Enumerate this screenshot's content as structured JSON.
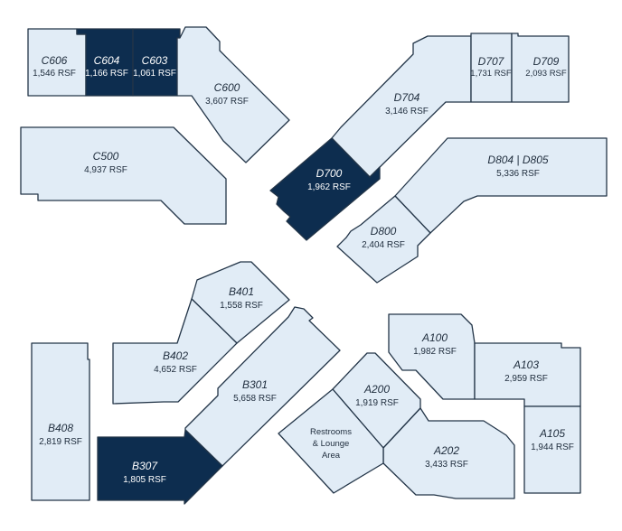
{
  "colors": {
    "available": "#e1ecf6",
    "leased": "#0d2d4f",
    "outline": "#233548",
    "text_dark": "#1e2c3c",
    "text_light": "#ffffff"
  },
  "suites": [
    {
      "id": "C606",
      "area": "1,546 RSF",
      "status": "available"
    },
    {
      "id": "C604",
      "area": "1,166 RSF",
      "status": "leased"
    },
    {
      "id": "C603",
      "area": "1,061 RSF",
      "status": "leased"
    },
    {
      "id": "C600",
      "area": "3,607 RSF",
      "status": "available"
    },
    {
      "id": "C500",
      "area": "4,937 RSF",
      "status": "available"
    },
    {
      "id": "D704",
      "area": "3,146 RSF",
      "status": "available"
    },
    {
      "id": "D707",
      "area": "1,731 RSF",
      "status": "available"
    },
    {
      "id": "D709",
      "area": "2,093 RSF",
      "status": "available"
    },
    {
      "id": "D700",
      "area": "1,962 RSF",
      "status": "leased"
    },
    {
      "id": "D804 | D805",
      "area": "5,336 RSF",
      "status": "available"
    },
    {
      "id": "D800",
      "area": "2,404 RSF",
      "status": "available"
    },
    {
      "id": "B401",
      "area": "1,558 RSF",
      "status": "available"
    },
    {
      "id": "B402",
      "area": "4,652 RSF",
      "status": "available"
    },
    {
      "id": "B301",
      "area": "5,658 RSF",
      "status": "available"
    },
    {
      "id": "B408",
      "area": "2,819 RSF",
      "status": "available"
    },
    {
      "id": "B307",
      "area": "1,805 RSF",
      "status": "leased"
    },
    {
      "id": "A100",
      "area": "1,982 RSF",
      "status": "available"
    },
    {
      "id": "A103",
      "area": "2,959 RSF",
      "status": "available"
    },
    {
      "id": "A200",
      "area": "1,919 RSF",
      "status": "available"
    },
    {
      "id": "A202",
      "area": "3,433 RSF",
      "status": "available"
    },
    {
      "id": "A105",
      "area": "1,944 RSF",
      "status": "available"
    }
  ],
  "amenity": {
    "line1": "Restrooms",
    "line2": "& Lounge",
    "line3": "Area"
  }
}
